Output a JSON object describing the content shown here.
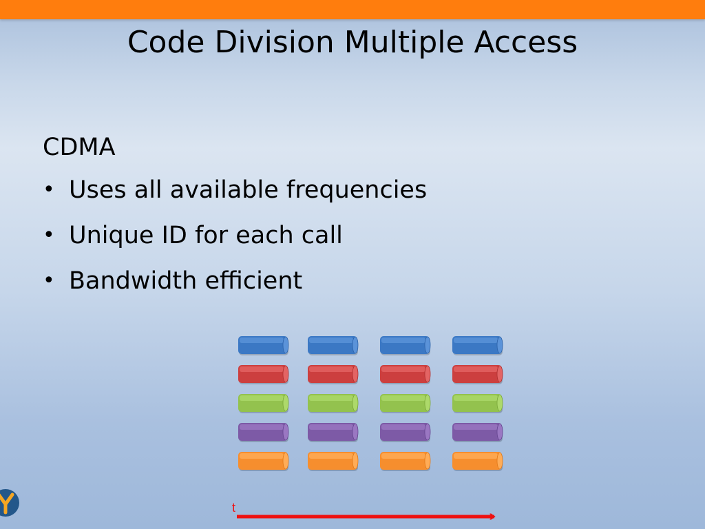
{
  "slide": {
    "title": "Code Division Multiple Access",
    "section_label": "CDMA",
    "bullets": [
      "Uses all available frequencies",
      "Unique ID for each call",
      "Bandwidth efficient"
    ]
  },
  "diagram": {
    "columns": 4,
    "rows": [
      {
        "color": "#3b78c4",
        "light": "#5b93d9",
        "dark": "#2c62a8"
      },
      {
        "color": "#cc3f3f",
        "light": "#e36464",
        "dark": "#ad2f2f"
      },
      {
        "color": "#93c24e",
        "light": "#add96a",
        "dark": "#7aa73a"
      },
      {
        "color": "#7d5aa6",
        "light": "#9a77c2",
        "dark": "#654590"
      },
      {
        "color": "#f68e2e",
        "light": "#ffac57",
        "dark": "#e07818"
      }
    ],
    "time_axis_label": "t",
    "arrow_color": "#ee1111"
  },
  "colors": {
    "top_bar": "#ff7d0d",
    "logo": "#23578a"
  },
  "logo_icon": "y-circle-logo-icon"
}
